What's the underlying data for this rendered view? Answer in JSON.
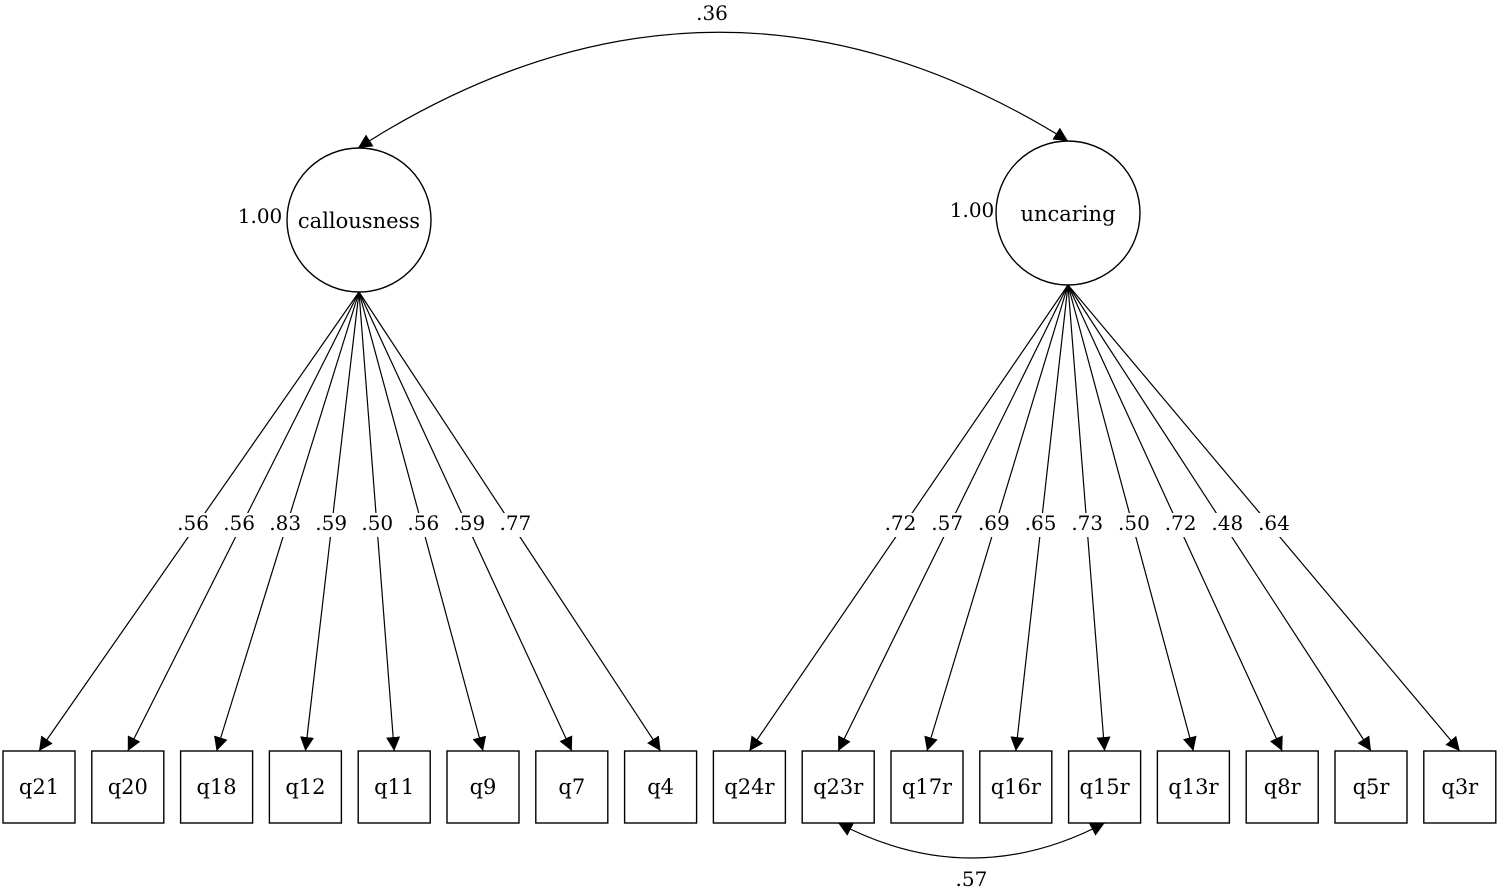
{
  "factors": [
    {
      "id": "callousness",
      "label": "callousness",
      "variance": "1.00",
      "indicators": [
        {
          "label": "q21",
          "loading": ".56"
        },
        {
          "label": "q20",
          "loading": ".56"
        },
        {
          "label": "q18",
          "loading": ".83"
        },
        {
          "label": "q12",
          "loading": ".59"
        },
        {
          "label": "q11",
          "loading": ".50"
        },
        {
          "label": "q9",
          "loading": ".56"
        },
        {
          "label": "q7",
          "loading": ".59"
        },
        {
          "label": "q4",
          "loading": ".77"
        }
      ]
    },
    {
      "id": "uncaring",
      "label": "uncaring",
      "variance": "1.00",
      "indicators": [
        {
          "label": "q24r",
          "loading": ".72"
        },
        {
          "label": "q23r",
          "loading": ".57"
        },
        {
          "label": "q17r",
          "loading": ".69"
        },
        {
          "label": "q16r",
          "loading": ".65"
        },
        {
          "label": "q15r",
          "loading": ".73"
        },
        {
          "label": "q13r",
          "loading": ".50"
        },
        {
          "label": "q8r",
          "loading": ".72"
        },
        {
          "label": "q5r",
          "loading": ".48"
        },
        {
          "label": "q3r",
          "loading": ".64"
        }
      ]
    }
  ],
  "factor_covariance": ".36",
  "error_covariances": [
    {
      "from": "q23r",
      "to": "q15r",
      "value": ".57"
    }
  ]
}
